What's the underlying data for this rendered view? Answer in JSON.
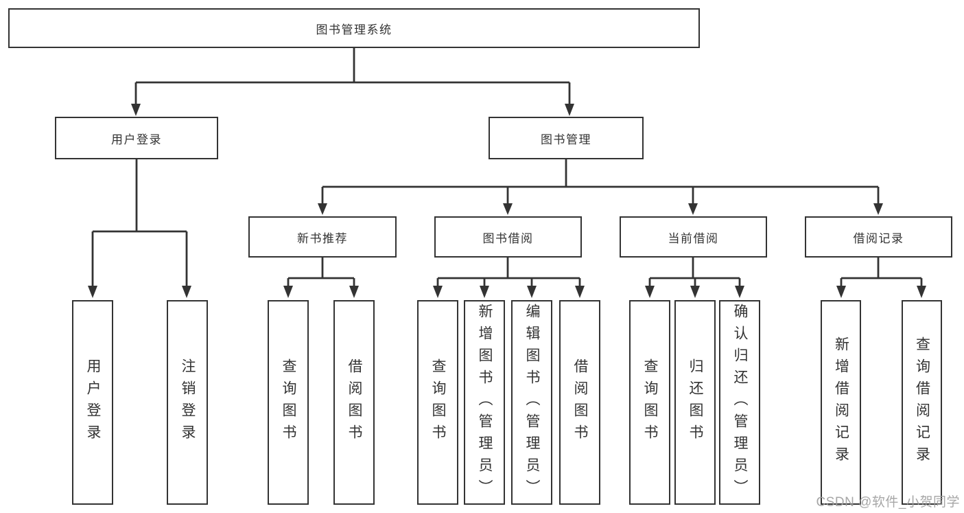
{
  "diagram": {
    "tree": {
      "label": "图书管理系统",
      "children": [
        {
          "label": "用户登录",
          "children": [
            {
              "label": "用户登录"
            },
            {
              "label": "注销登录"
            }
          ]
        },
        {
          "label": "图书管理",
          "children": [
            {
              "label": "新书推荐",
              "children": [
                {
                  "label": "查询图书"
                },
                {
                  "label": "借阅图书"
                }
              ]
            },
            {
              "label": "图书借阅",
              "children": [
                {
                  "label": "查询图书"
                },
                {
                  "label": "新增图书（管理员）"
                },
                {
                  "label": "编辑图书（管理员）"
                },
                {
                  "label": "借阅图书"
                }
              ]
            },
            {
              "label": "当前借阅",
              "children": [
                {
                  "label": "查询图书"
                },
                {
                  "label": "归还图书"
                },
                {
                  "label": "确认归还（管理员）"
                }
              ]
            },
            {
              "label": "借阅记录",
              "children": [
                {
                  "label": "新增借阅记录"
                },
                {
                  "label": "查询借阅记录"
                }
              ]
            }
          ]
        }
      ]
    },
    "colors": {
      "border": "#333333",
      "line": "#333333",
      "text": "#333333",
      "background": "#ffffff",
      "watermark": "#9e9e9e"
    }
  },
  "watermark": {
    "text": "CSDN @软件_小贺同学"
  }
}
